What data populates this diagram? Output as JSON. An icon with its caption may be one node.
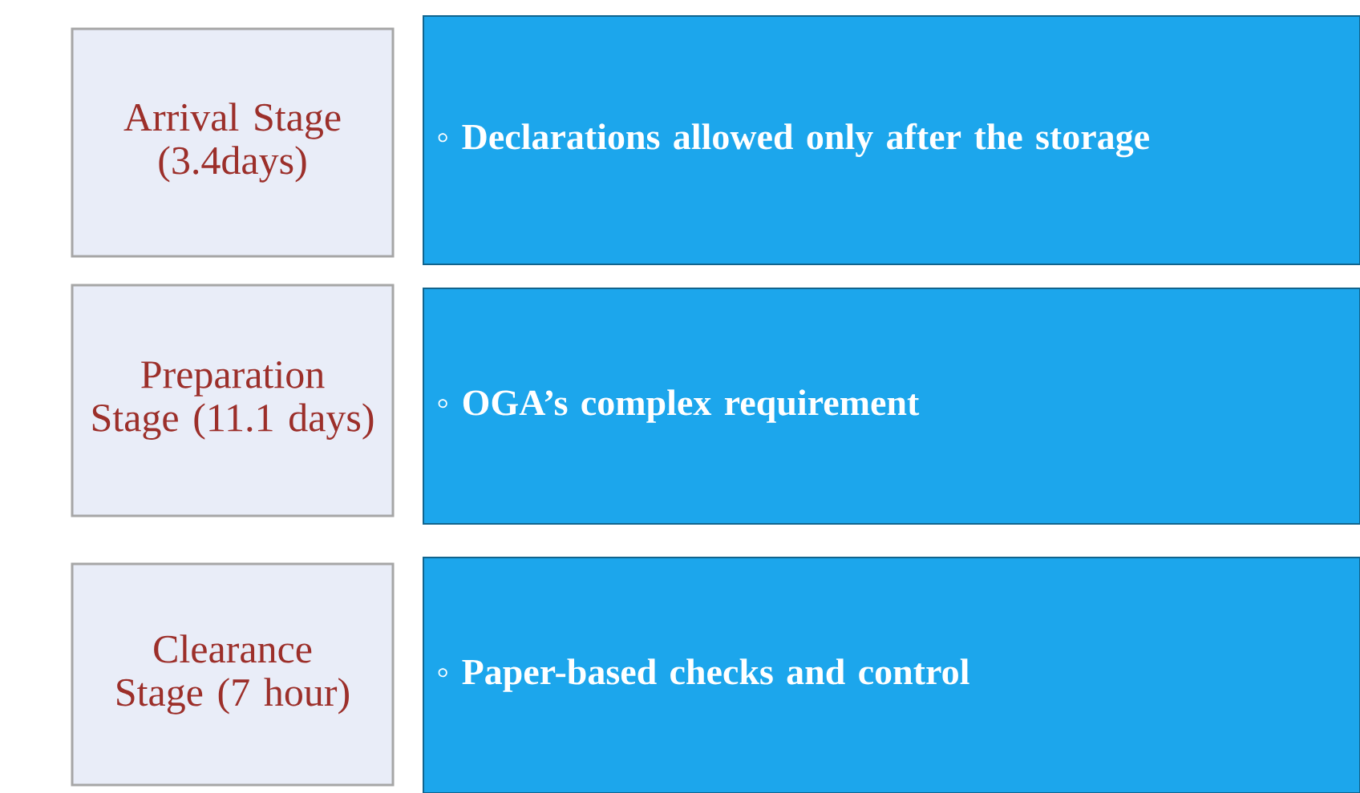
{
  "diagram": {
    "nodes": [
      {
        "text": [
          "Arrival Stage (3.4days)"
        ]
      },
      {
        "text": [
          "◦ Declarations allowed only after the storage"
        ]
      },
      {
        "text": [
          "Preparation Stage (11.1 days)"
        ]
      },
      {
        "text": [
          "◦ OGA’s complex requirement"
        ]
      },
      {
        "text": [
          "Clearance Stage (7 hour)"
        ]
      },
      {
        "text": [
          "◦ Paper-based checks and control"
        ]
      }
    ]
  }
}
